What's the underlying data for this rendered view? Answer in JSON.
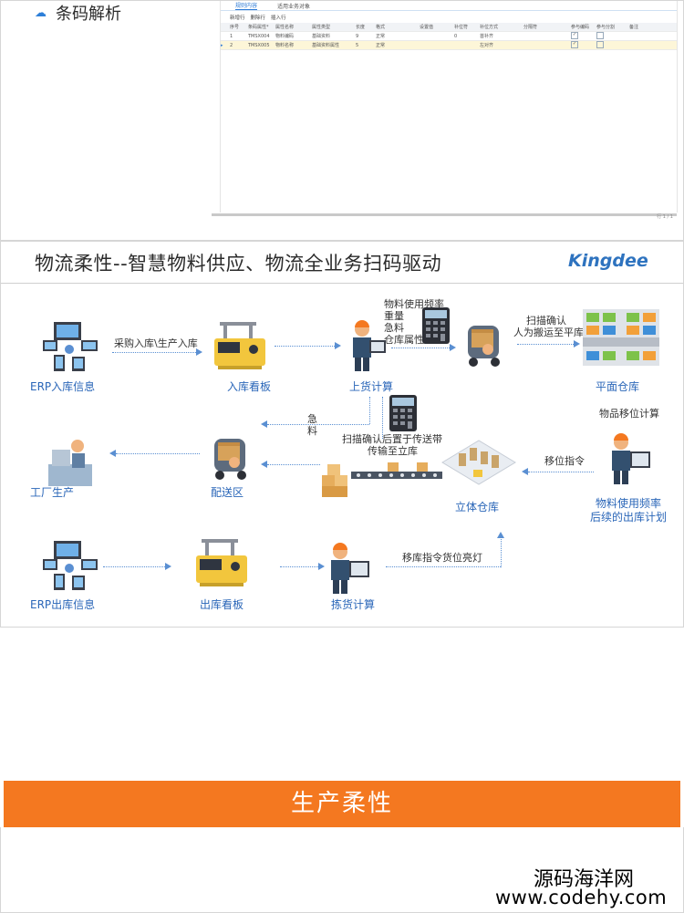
{
  "top": {
    "heading": "条码解析",
    "tabs": [
      "规则内容",
      "适用业务对象"
    ],
    "toolbar": [
      "新增行",
      "删除行",
      "插入行"
    ],
    "columns": [
      "序号",
      "条码属性*",
      "属性名称",
      "属性类型",
      "长度",
      "格式",
      "设置值",
      "补位符",
      "补位方式",
      "分隔符",
      "参与编码",
      "参与分割",
      "备注"
    ],
    "rows": [
      {
        "no": "1",
        "code": "TMSX004",
        "name": "物料编码",
        "type": "基础资料",
        "len": "9",
        "fmt": "正常",
        "pad": "0",
        "padmode": "首补齐",
        "enc": true,
        "split": false
      },
      {
        "no": "2",
        "code": "TMSX005",
        "name": "物料名称",
        "type": "基础资料属性",
        "len": "5",
        "fmt": "正常",
        "pad": "",
        "padmode": "左对齐",
        "enc": true,
        "split": false
      }
    ],
    "footer": "行 1 / 1"
  },
  "slide": {
    "title": "物流柔性--智慧物料供应、物流全业务扫码驱动",
    "brand": "Kingdee",
    "nodes": {
      "erp_in": "ERP入库信息",
      "in_board": "入库看板",
      "putaway": "上货计算",
      "flat_wh": "平面仓库",
      "factory": "工厂生产",
      "dispatch": "配送区",
      "stereo_wh": "立体仓库",
      "erp_out": "ERP出库信息",
      "out_board": "出库看板",
      "picking": "拣货计算",
      "plan_note": "物料使用频率\n后续的出库计划"
    },
    "notes": {
      "purchase": "采购入库\\生产入库",
      "factors": [
        "物料使用频率",
        "重量",
        "急料",
        "仓库属性"
      ],
      "scan_manual": [
        "扫描确认",
        "人为搬运至平库"
      ],
      "urgent": [
        "急",
        "料"
      ],
      "scan_belt": [
        "扫描确认后置于传送带",
        "传输至立库"
      ],
      "relocate_calc": "物品移位计算",
      "relocate_cmd": "移位指令",
      "move_light": "移库指令货位亮灯"
    }
  },
  "band": {
    "title": "生产柔性"
  },
  "watermark": {
    "line1": "源码海洋网",
    "line2": "www.codehy.com"
  },
  "colors": {
    "accent_blue": "#2a66b8",
    "brand_blue": "#2e73bf",
    "band_orange": "#f47820",
    "arrow": "#5a8fd2"
  }
}
